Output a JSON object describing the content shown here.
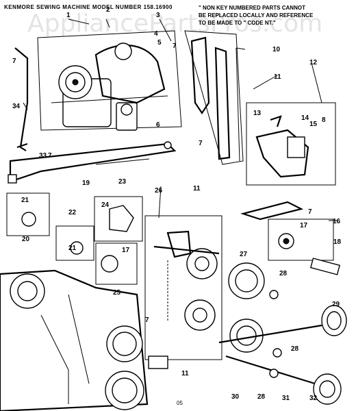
{
  "header": {
    "title": "KENMORE SEWING MACHINE MODEL NUMBER 158.16900",
    "notice_lines": [
      "\" NON KEY NUMBERED PARTS CANNOT",
      "BE REPLACED LOCALLY AND REFERENCE",
      "TO BE MADE TO \" CODE NT.\""
    ]
  },
  "watermark": "AppliancePartsPros.com",
  "footer": "05",
  "callouts": [
    "1",
    "2",
    "3",
    "4",
    "5",
    "6",
    "7",
    "7",
    "7",
    "7",
    "7",
    "7",
    "8",
    "10",
    "11",
    "11",
    "11",
    "12",
    "13",
    "14",
    "15",
    "16",
    "17",
    "17",
    "18",
    "19",
    "20",
    "21",
    "21",
    "22",
    "23",
    "24",
    "25",
    "26",
    "27",
    "28",
    "28",
    "28",
    "29",
    "30",
    "31",
    "32",
    "33",
    "34"
  ],
  "colors": {
    "ink": "#000000",
    "paper": "#ffffff",
    "watermark": "#cfcfcf"
  }
}
